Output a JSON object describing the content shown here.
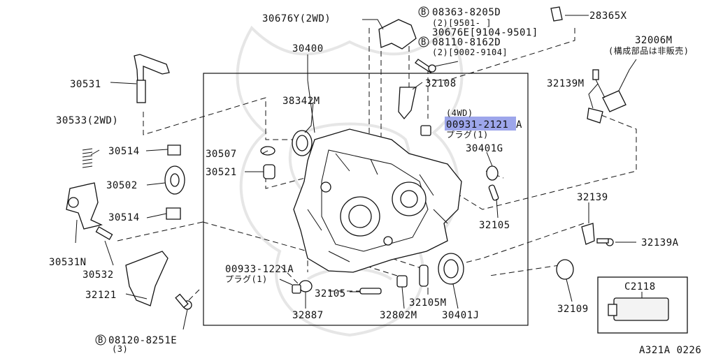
{
  "parts": {
    "p30676y": "30676Y(2WD)",
    "p08363_a": "08363-8205D",
    "p08363_b": "(2)[9501-     ]",
    "p30676e": "30676E[9104-9501]",
    "p08110_a": "08110-8162D",
    "p08110_b": "(2)[9002-9104]",
    "p28365x": "28365X",
    "p32006m": "32006M",
    "p32006m_note": "(構成部品は非販売)",
    "p30400": "30400",
    "p30531": "30531",
    "p38342m": "38342M",
    "p32108": "32108",
    "p32139m": "32139M",
    "p30533": "30533(2WD)",
    "p4wd": "(4WD)",
    "p00931": "00931-2121",
    "p00931_suffix": "A",
    "p_plug1": "プラグ(1)",
    "p30514_top": "30514",
    "p30507": "30507",
    "p30401g": "30401G",
    "p30502": "30502",
    "p30521": "30521",
    "p30514_bot": "30514",
    "p32105_r": "32105",
    "p32139": "32139",
    "p32139a": "32139A",
    "p30531n": "30531N",
    "p30532": "30532",
    "p00933": "00933-1221A",
    "p_plug2": "プラグ(1)",
    "p32121": "32121",
    "p32105_b": "32105",
    "p32105m": "32105M",
    "p32887": "32887",
    "p32802m": "32802M",
    "p30401j": "30401J",
    "p32109": "32109",
    "p_c2118": "C2118",
    "p08120_a": "08120-8251E",
    "p08120_b": "(3)",
    "bolt_mark": "B"
  },
  "footer": {
    "code": "A321A 0226"
  },
  "colors": {
    "highlight": "#8c96e8",
    "line": "#111111",
    "watermark": "#e6e6e6"
  }
}
